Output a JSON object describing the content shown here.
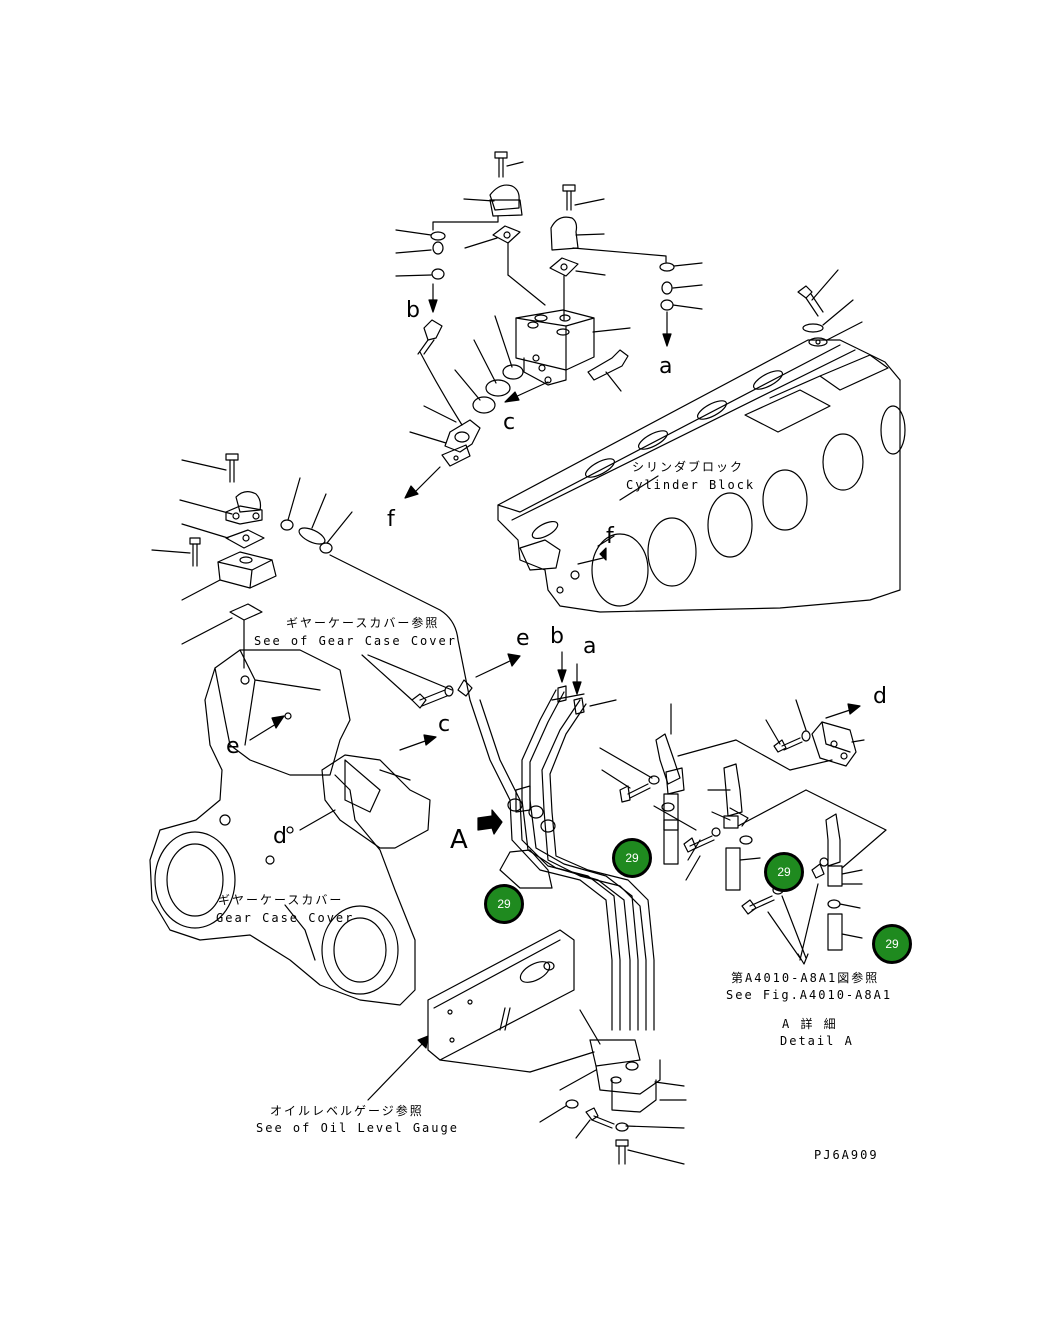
{
  "callouts": {
    "a_top": "a",
    "b_top": "b",
    "c_top": "c",
    "f_top": "f",
    "f_block": "f",
    "e_mid": "e",
    "b_mid": "b",
    "a_mid": "a",
    "c_mid": "c",
    "e_left": "e",
    "d_left": "d",
    "d_right": "d",
    "A_arrow": "A"
  },
  "labels": {
    "cylinder_block_jp": "シリンダブロック",
    "cylinder_block_en": "Cylinder Block",
    "gear_case_ref_jp": "ギヤーケースカバー参照",
    "gear_case_ref_en": "See of Gear Case Cover",
    "gear_case_jp": "ギヤーケースカバー",
    "gear_case_en": "Gear Case Cover",
    "fig_ref_jp": "第A4010-A8A1図参照",
    "fig_ref_en": "See Fig.A4010-A8A1",
    "detail_jp": "A 詳 細",
    "detail_en": "Detail A",
    "oil_level_jp": "オイルレベルゲージ参照",
    "oil_level_en": "See of Oil Level Gauge",
    "drawing_code": "PJ6A909"
  },
  "badges": [
    {
      "text": "29"
    },
    {
      "text": "29"
    },
    {
      "text": "29"
    },
    {
      "text": "29"
    }
  ],
  "colors": {
    "badge_fill": "#1f8a1f",
    "line": "#000000"
  }
}
